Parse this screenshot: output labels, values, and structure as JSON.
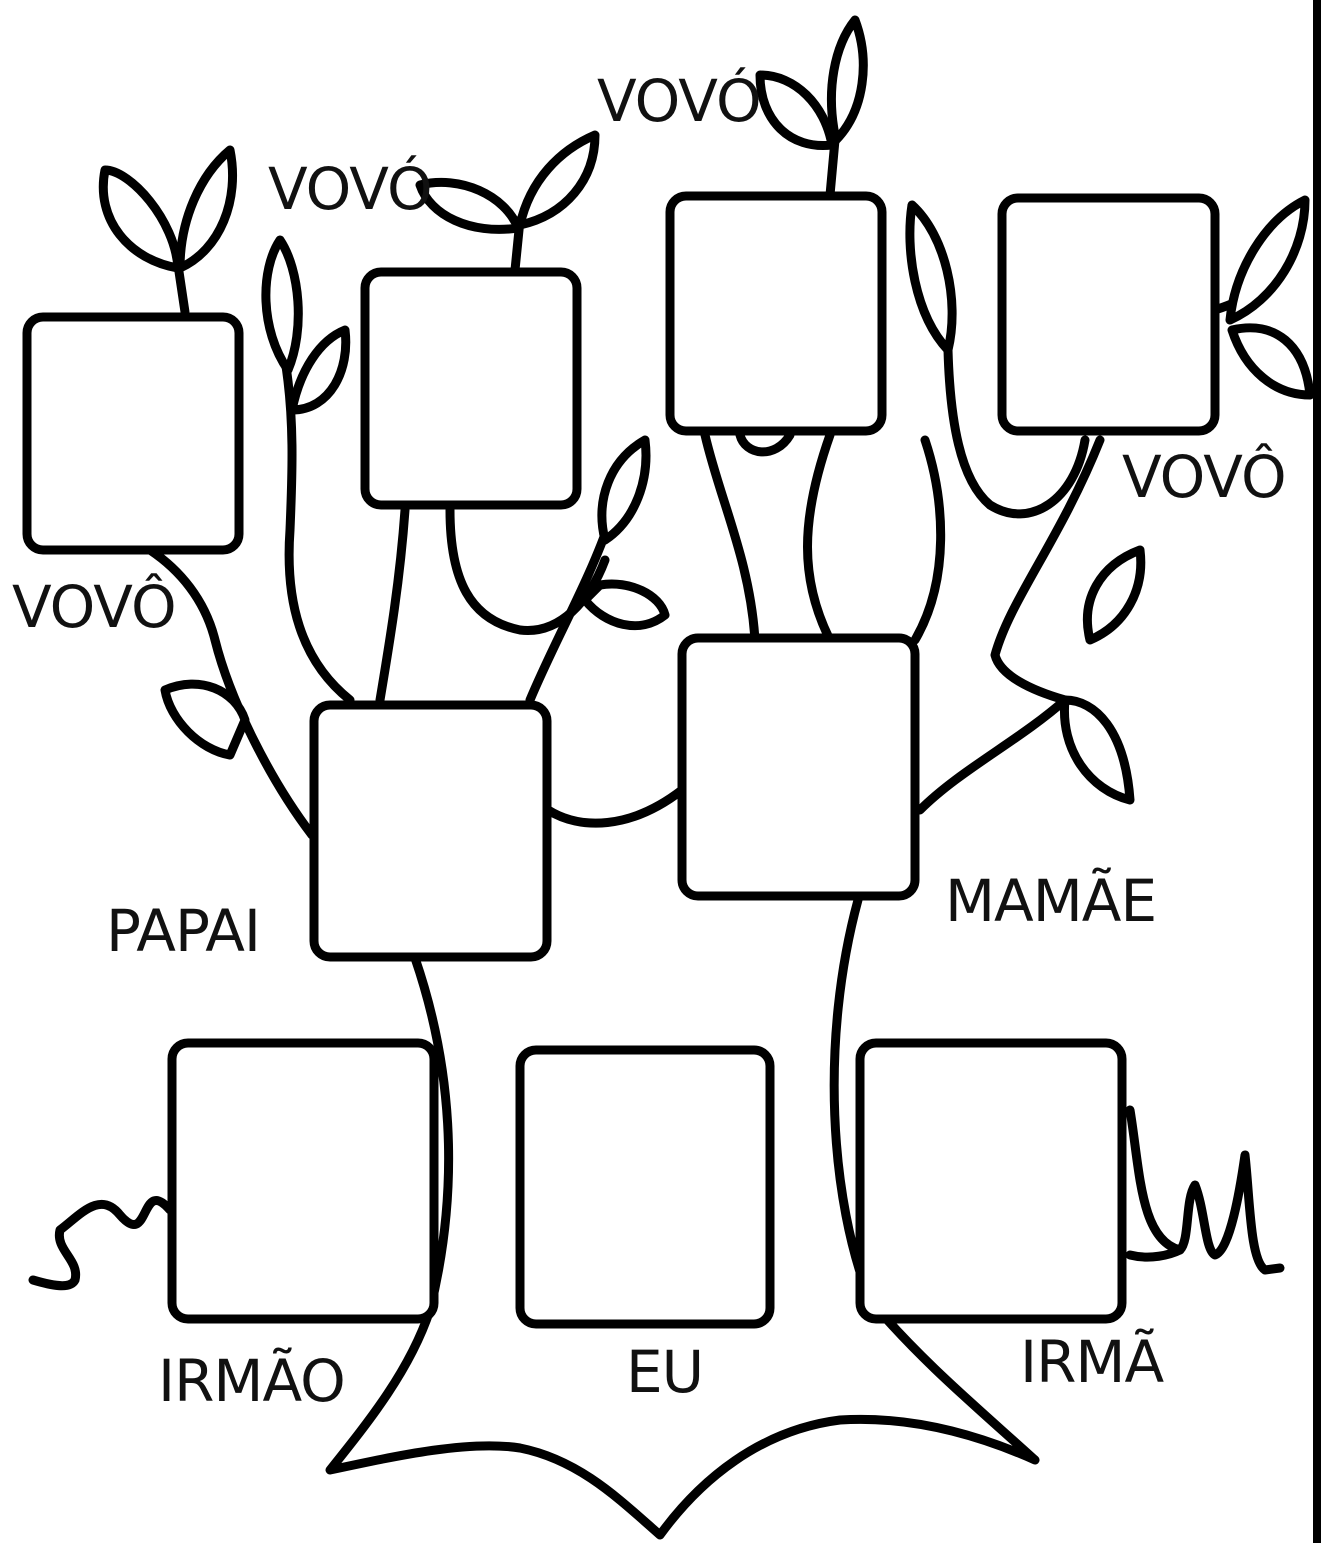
{
  "labels": {
    "grandparent_far_left": "VOVÔ",
    "grandparent_left": "VOVÓ",
    "grandparent_center": "VOVÓ",
    "grandparent_right": "VOVÔ",
    "father": "PAPAI",
    "mother": "MAMÃE",
    "brother": "IRMÃO",
    "me": "EU",
    "sister": "IRMÃ"
  }
}
